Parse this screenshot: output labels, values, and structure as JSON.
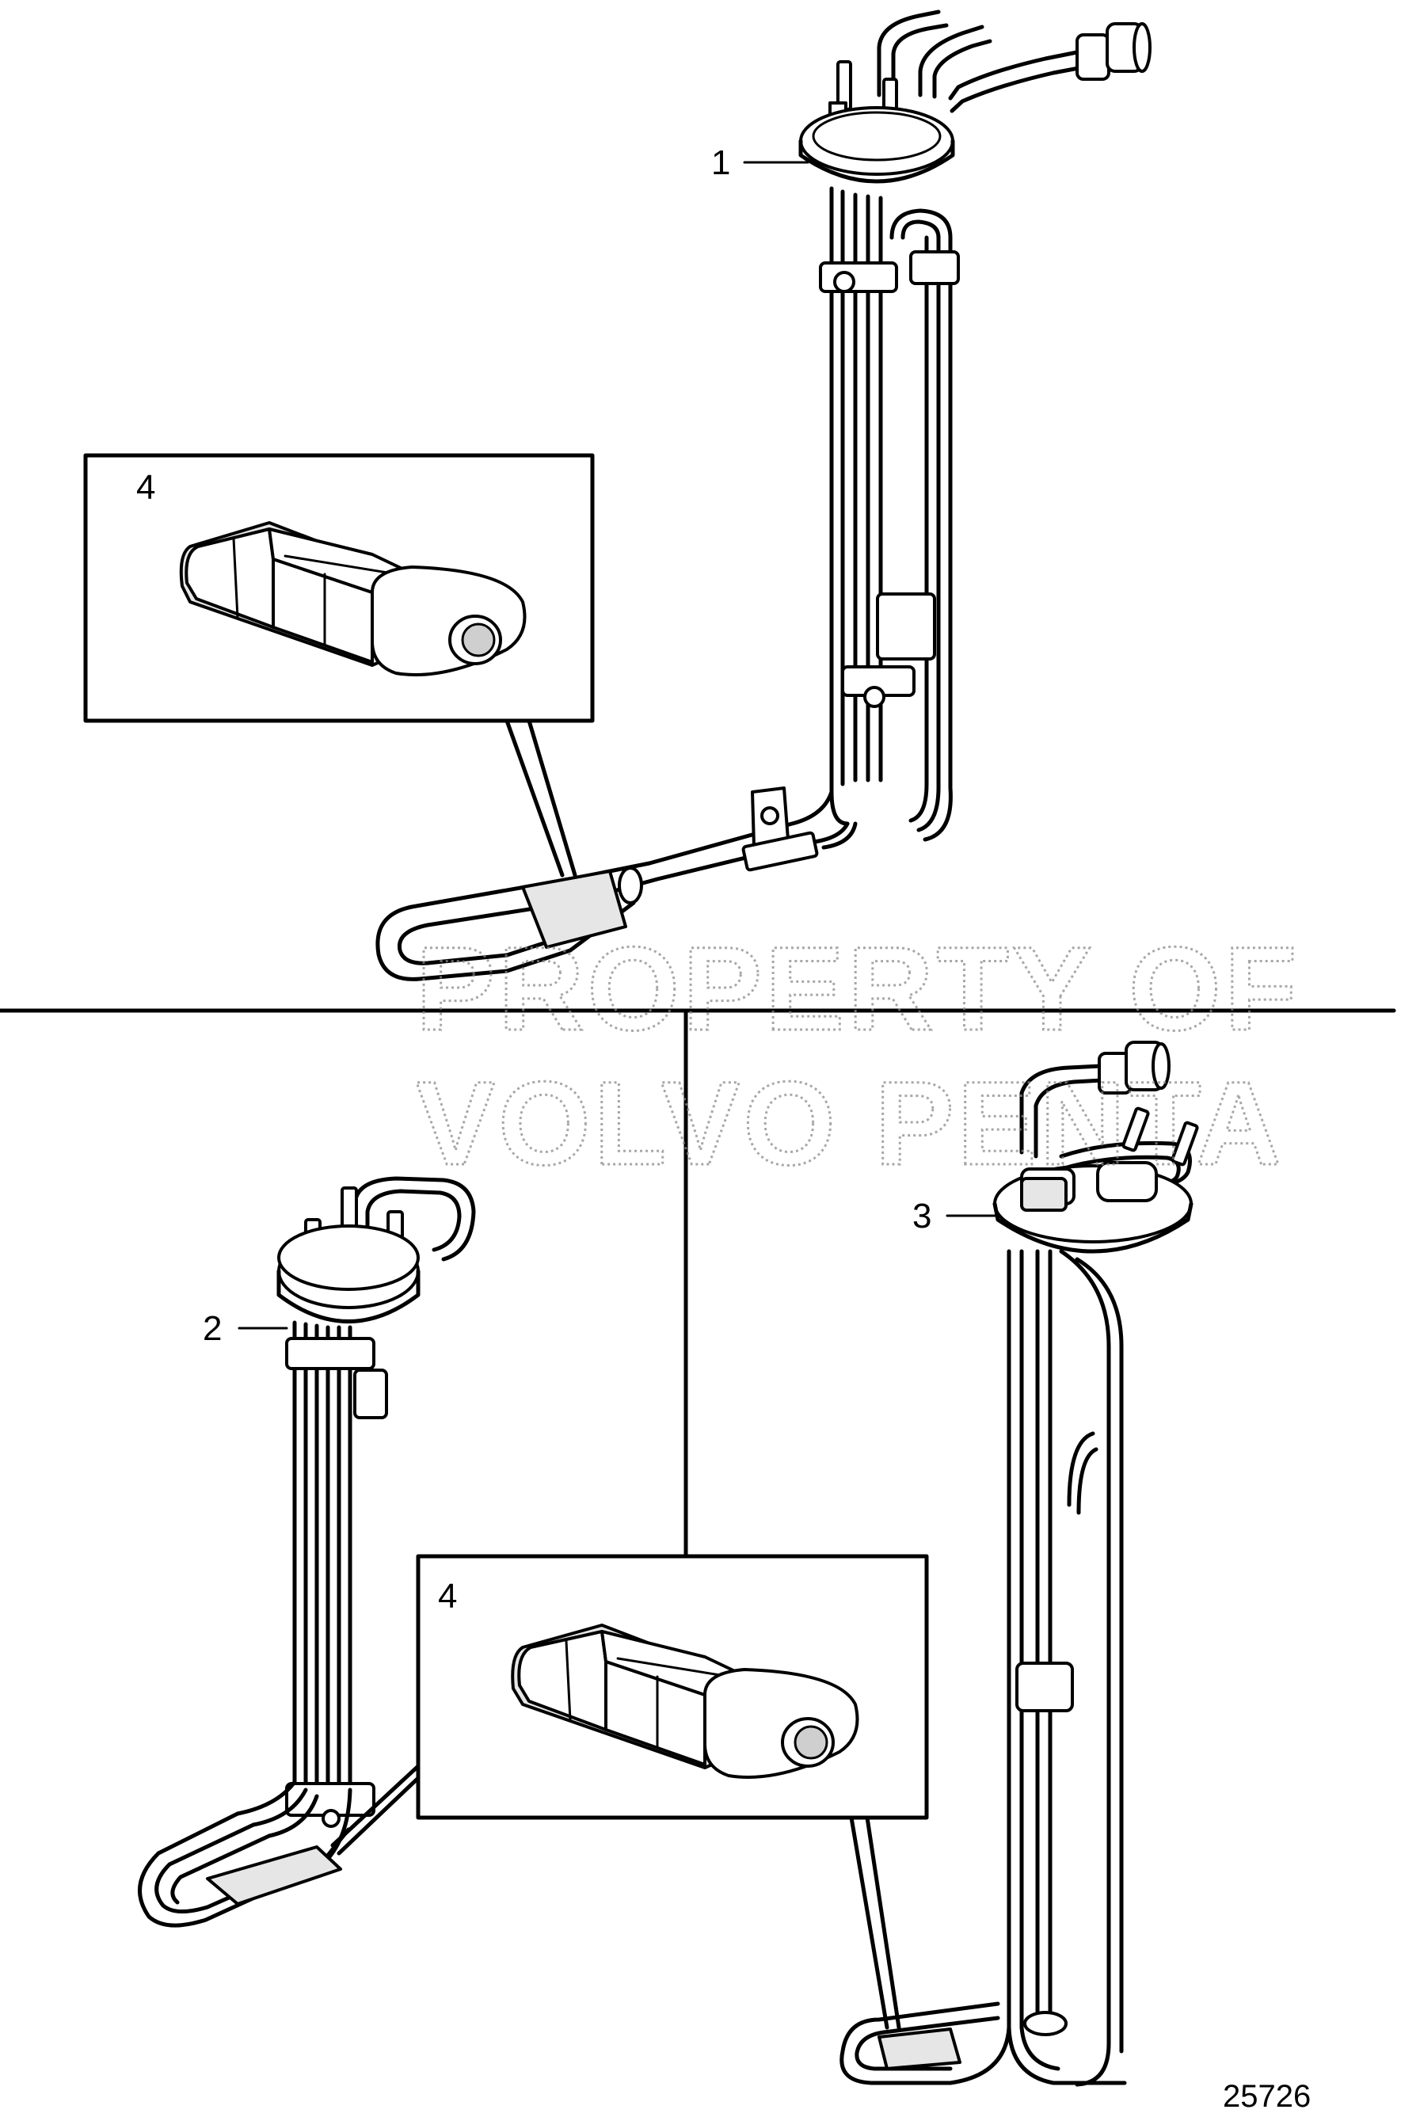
{
  "callouts": {
    "item1": "1",
    "item2": "2",
    "item3": "3",
    "item4_top": "4",
    "item4_bottom": "4"
  },
  "figure_number": "25726",
  "watermark": {
    "line1": "PROPERTY OF",
    "line2": "VOLVO PENTA"
  },
  "colors": {
    "line": "#000000",
    "background": "#ffffff",
    "watermark": "#8a8a8a"
  }
}
